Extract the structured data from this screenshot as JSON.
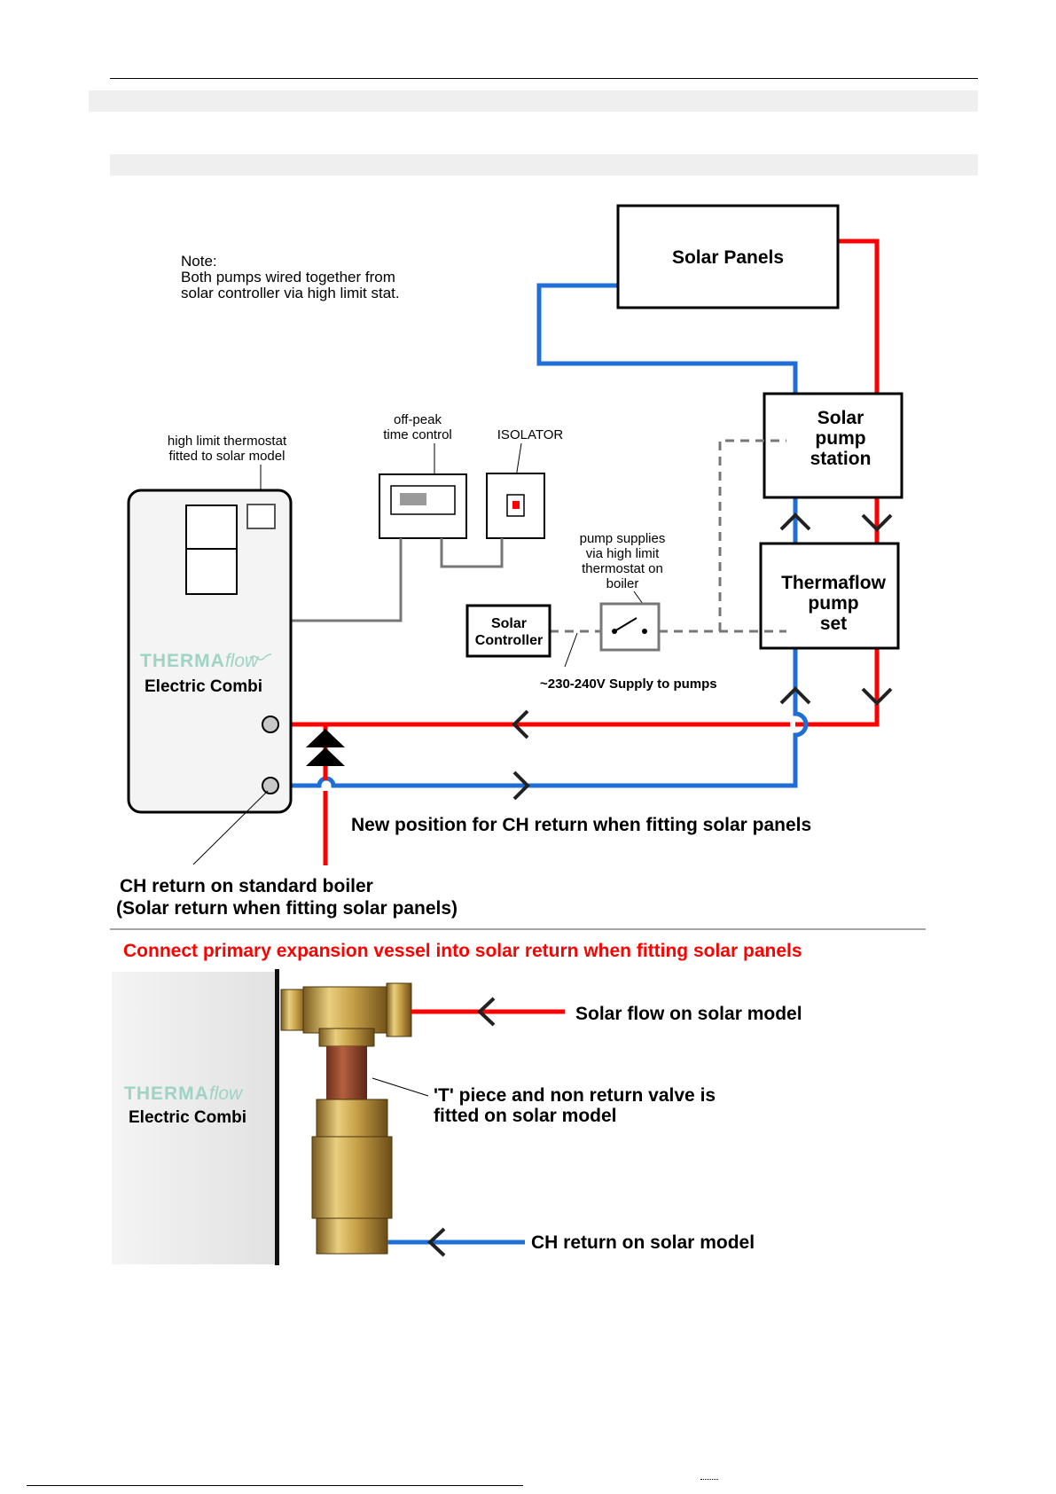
{
  "colors": {
    "flow_red": "#ff0000",
    "return_blue": "#1f6fd6",
    "wire_grey": "#777777",
    "band_grey": "#efefef"
  },
  "diagram": {
    "note_lines": [
      "Note:",
      "Both pumps wired together from",
      "solar controller via high limit stat."
    ],
    "solar_panels": "Solar Panels",
    "pump_station_lines": [
      "Solar",
      "pump",
      "station"
    ],
    "pump_set_lines": [
      "Thermaflow",
      "pump",
      "set"
    ],
    "hlt_lines": [
      "high limit thermostat",
      "fitted to solar model"
    ],
    "offpeak_lines": [
      "off-peak",
      "time control"
    ],
    "isolator": "ISOLATOR",
    "pump_supplies_lines": [
      "pump supplies",
      "via high limit",
      "thermostat on",
      "boiler"
    ],
    "controller_lines": [
      "Solar",
      "Controller"
    ],
    "supply_label": "~230-240V Supply to pumps",
    "boiler_brand": "THERMA",
    "boiler_brand_flow": "flow",
    "boiler_model": "Electric Combi",
    "new_position": "New position for CH return when fitting solar panels",
    "ch_return_lines": [
      "CH return on standard boiler",
      "(Solar return when fitting solar panels)"
    ]
  },
  "photo": {
    "heading": "Connect primary expansion vessel into solar return when fitting solar panels",
    "brand": "THERMA",
    "brand_flow": "flow",
    "model": "Electric Combi",
    "solar_flow": "Solar flow on solar model",
    "tpiece_lines": [
      "'T' piece and non return valve is",
      "fitted on solar model"
    ],
    "ch_return": "CH return on solar model"
  }
}
